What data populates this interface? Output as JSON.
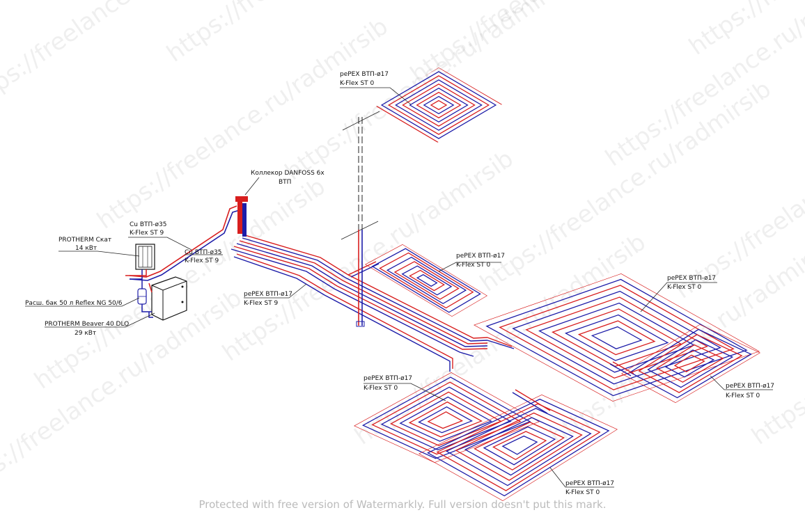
{
  "colors": {
    "supply": "#d81e1e",
    "return": "#1c1ca8",
    "line": "#222222"
  },
  "labels": {
    "coil_top": [
      "pePEX ВТП-ø17",
      "K-Flex ST 0"
    ],
    "collector": [
      "Коллекор DANFOSS 6x",
      "ВТП"
    ],
    "cu_upper": [
      "Cu ВТП-ø35",
      "K-Flex ST 9"
    ],
    "cu_lower": [
      "Cu ВТП-ø35",
      "K-Flex ST 9"
    ],
    "skat": [
      "PROTHERM Скат",
      "14 кВт"
    ],
    "tank": "Расш. бак 50 л Reflex NG 50/6",
    "beaver": [
      "PROTHERM Beaver 40 DLO",
      "29 кВт"
    ],
    "trunk": [
      "pePEX ВТП-ø17",
      "K-Flex ST 9"
    ],
    "coil_mid": [
      "pePEX ВТП-ø17",
      "K-Flex ST 0"
    ],
    "coil_right": [
      "pePEX ВТП-ø17",
      "K-Flex ST 0"
    ],
    "coil_far_right": [
      "pePEX ВТП-ø17",
      "K-Flex ST 0"
    ],
    "coil_bottom_left": [
      "pePEX ВТП-ø17",
      "K-Flex ST 0"
    ],
    "coil_bottom_right": [
      "pePEX ВТП-ø17",
      "K-Flex ST 0"
    ]
  },
  "watermarks": {
    "repeat": "https://freelance.ru/radmirsib",
    "footer": "Protected with free version of Watermarkly. Full version doesn't put this mark."
  }
}
